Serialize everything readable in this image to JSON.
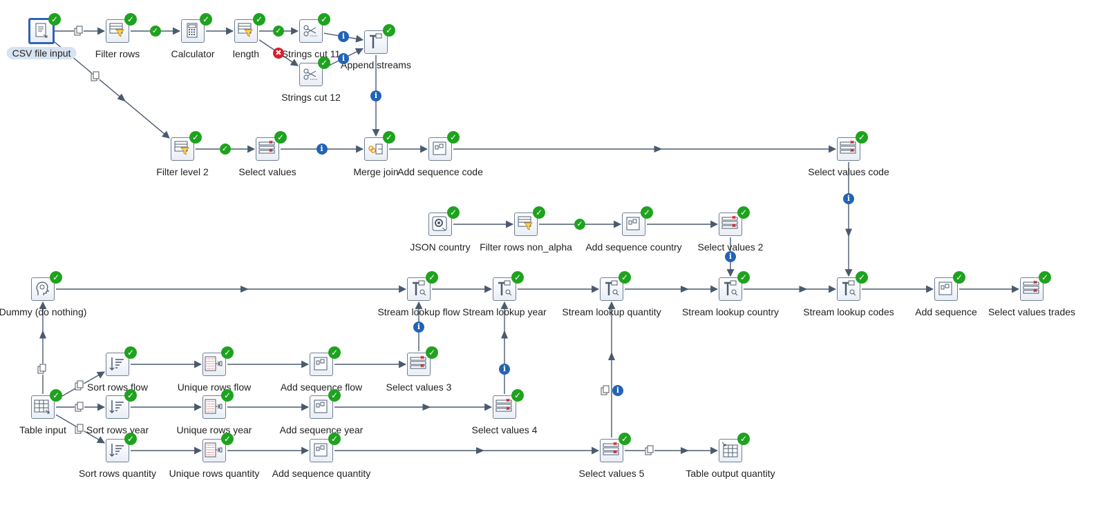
{
  "steps": [
    {
      "id": "csv",
      "label": "CSV file input",
      "icon": "file-input-icon"
    },
    {
      "id": "filter_rows",
      "label": "Filter rows",
      "icon": "filter-icon"
    },
    {
      "id": "calculator",
      "label": "Calculator",
      "icon": "calculator-icon"
    },
    {
      "id": "length",
      "label": "length",
      "icon": "filter-icon"
    },
    {
      "id": "strings_cut_11",
      "label": "Strings cut 11",
      "icon": "scissors-icon"
    },
    {
      "id": "strings_cut_12",
      "label": "Strings cut 12",
      "icon": "scissors-icon"
    },
    {
      "id": "append_streams",
      "label": "Append streams",
      "icon": "append-icon"
    },
    {
      "id": "filter_level_2",
      "label": "Filter level 2",
      "icon": "filter-icon"
    },
    {
      "id": "select_values",
      "label": "Select values",
      "icon": "select-values-icon"
    },
    {
      "id": "merge_join",
      "label": "Merge join",
      "icon": "merge-join-icon"
    },
    {
      "id": "add_sequence_code",
      "label": "Add sequence code",
      "icon": "sequence-icon"
    },
    {
      "id": "select_values_code",
      "label": "Select values code",
      "icon": "select-values-icon"
    },
    {
      "id": "json_country",
      "label": "JSON country",
      "icon": "json-input-icon"
    },
    {
      "id": "filter_rows_non_alpha",
      "label": "Filter rows non_alpha",
      "icon": "filter-icon"
    },
    {
      "id": "add_sequence_country",
      "label": "Add sequence country",
      "icon": "sequence-icon"
    },
    {
      "id": "select_values_2",
      "label": "Select values 2",
      "icon": "select-values-icon"
    },
    {
      "id": "dummy",
      "label": "Dummy (do nothing)",
      "icon": "dummy-icon"
    },
    {
      "id": "stream_lookup_flow",
      "label": "Stream lookup flow",
      "icon": "stream-lookup-icon"
    },
    {
      "id": "stream_lookup_year",
      "label": "Stream lookup year",
      "icon": "stream-lookup-icon"
    },
    {
      "id": "stream_lookup_quantity",
      "label": "Stream lookup quantity",
      "icon": "stream-lookup-icon"
    },
    {
      "id": "stream_lookup_country",
      "label": "Stream lookup country",
      "icon": "stream-lookup-icon"
    },
    {
      "id": "stream_lookup_codes",
      "label": "Stream lookup codes",
      "icon": "stream-lookup-icon"
    },
    {
      "id": "add_sequence",
      "label": "Add sequence",
      "icon": "sequence-icon"
    },
    {
      "id": "select_values_trades",
      "label": "Select values trades",
      "icon": "select-values-icon"
    },
    {
      "id": "sort_rows_flow",
      "label": "Sort rows flow",
      "icon": "sort-icon"
    },
    {
      "id": "unique_rows_flow",
      "label": "Unique rows flow",
      "icon": "unique-rows-icon"
    },
    {
      "id": "add_sequence_flow",
      "label": "Add sequence flow",
      "icon": "sequence-icon"
    },
    {
      "id": "select_values_3",
      "label": "Select values 3",
      "icon": "select-values-icon"
    },
    {
      "id": "table_input",
      "label": "Table input",
      "icon": "table-input-icon"
    },
    {
      "id": "sort_rows_year",
      "label": "Sort rows year",
      "icon": "sort-icon"
    },
    {
      "id": "unique_rows_year",
      "label": "Unique rows year",
      "icon": "unique-rows-icon"
    },
    {
      "id": "add_sequence_year",
      "label": "Add sequence year",
      "icon": "sequence-icon"
    },
    {
      "id": "select_values_4",
      "label": "Select values 4",
      "icon": "select-values-icon"
    },
    {
      "id": "sort_rows_quantity",
      "label": "Sort rows quantity",
      "icon": "sort-icon"
    },
    {
      "id": "unique_rows_quantity",
      "label": "Unique rows quantity",
      "icon": "unique-rows-icon"
    },
    {
      "id": "add_sequence_quantity",
      "label": "Add sequence quantity",
      "icon": "sequence-icon"
    },
    {
      "id": "select_values_5",
      "label": "Select values 5",
      "icon": "select-values-icon"
    },
    {
      "id": "table_output_quantity",
      "label": "Table output quantity",
      "icon": "table-output-icon"
    }
  ],
  "hops": [
    {
      "from": "csv",
      "to": "filter_rows",
      "badge": "copy"
    },
    {
      "from": "filter_rows",
      "to": "calculator",
      "badge": "ok"
    },
    {
      "from": "calculator",
      "to": "length",
      "badge": ""
    },
    {
      "from": "length",
      "to": "strings_cut_11",
      "badge": "ok"
    },
    {
      "from": "length",
      "to": "strings_cut_12",
      "badge": "err"
    },
    {
      "from": "strings_cut_11",
      "to": "append_streams",
      "badge": "info"
    },
    {
      "from": "strings_cut_12",
      "to": "append_streams",
      "badge": "info"
    },
    {
      "from": "append_streams",
      "to": "merge_join",
      "badge": "info"
    },
    {
      "from": "csv",
      "to": "filter_level_2",
      "badge": "copy"
    },
    {
      "from": "filter_level_2",
      "to": "select_values",
      "badge": "ok"
    },
    {
      "from": "select_values",
      "to": "merge_join",
      "badge": "info"
    },
    {
      "from": "merge_join",
      "to": "add_sequence_code",
      "badge": ""
    },
    {
      "from": "add_sequence_code",
      "to": "select_values_code",
      "badge": ""
    },
    {
      "from": "select_values_code",
      "to": "stream_lookup_codes",
      "badge": "info"
    },
    {
      "from": "json_country",
      "to": "filter_rows_non_alpha",
      "badge": ""
    },
    {
      "from": "filter_rows_non_alpha",
      "to": "add_sequence_country",
      "badge": "ok"
    },
    {
      "from": "add_sequence_country",
      "to": "select_values_2",
      "badge": ""
    },
    {
      "from": "select_values_2",
      "to": "stream_lookup_country",
      "badge": "info"
    },
    {
      "from": "dummy",
      "to": "stream_lookup_flow",
      "badge": ""
    },
    {
      "from": "stream_lookup_flow",
      "to": "stream_lookup_year",
      "badge": ""
    },
    {
      "from": "stream_lookup_year",
      "to": "stream_lookup_quantity",
      "badge": ""
    },
    {
      "from": "stream_lookup_quantity",
      "to": "stream_lookup_country",
      "badge": ""
    },
    {
      "from": "stream_lookup_country",
      "to": "stream_lookup_codes",
      "badge": ""
    },
    {
      "from": "stream_lookup_codes",
      "to": "add_sequence",
      "badge": ""
    },
    {
      "from": "add_sequence",
      "to": "select_values_trades",
      "badge": ""
    },
    {
      "from": "table_input",
      "to": "dummy",
      "badge": "copy"
    },
    {
      "from": "table_input",
      "to": "sort_rows_flow",
      "badge": "copy"
    },
    {
      "from": "table_input",
      "to": "sort_rows_year",
      "badge": "copy"
    },
    {
      "from": "table_input",
      "to": "sort_rows_quantity",
      "badge": "copy"
    },
    {
      "from": "sort_rows_flow",
      "to": "unique_rows_flow",
      "badge": ""
    },
    {
      "from": "unique_rows_flow",
      "to": "add_sequence_flow",
      "badge": ""
    },
    {
      "from": "add_sequence_flow",
      "to": "select_values_3",
      "badge": ""
    },
    {
      "from": "select_values_3",
      "to": "stream_lookup_flow",
      "badge": "info"
    },
    {
      "from": "sort_rows_year",
      "to": "unique_rows_year",
      "badge": ""
    },
    {
      "from": "unique_rows_year",
      "to": "add_sequence_year",
      "badge": ""
    },
    {
      "from": "add_sequence_year",
      "to": "select_values_4",
      "badge": ""
    },
    {
      "from": "select_values_4",
      "to": "stream_lookup_year",
      "badge": "info"
    },
    {
      "from": "sort_rows_quantity",
      "to": "unique_rows_quantity",
      "badge": ""
    },
    {
      "from": "unique_rows_quantity",
      "to": "add_sequence_quantity",
      "badge": ""
    },
    {
      "from": "add_sequence_quantity",
      "to": "select_values_5",
      "badge": ""
    },
    {
      "from": "select_values_5",
      "to": "stream_lookup_quantity",
      "badge": "copy-info"
    },
    {
      "from": "select_values_5",
      "to": "table_output_quantity",
      "badge": "copy"
    }
  ],
  "colors": {
    "hop": "#4a5a6e",
    "ok": "#1fa21f",
    "info": "#2363b4",
    "error": "#d8202a",
    "selected": "#2f62b5"
  },
  "selected_step": "csv"
}
